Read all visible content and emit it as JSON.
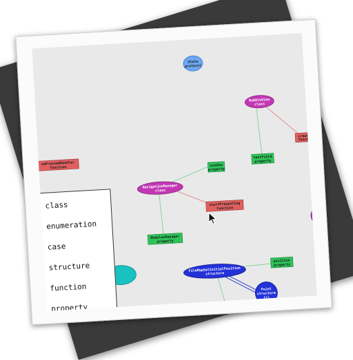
{
  "nodes": {
    "state": {
      "title": "State",
      "subtitle": "protocol",
      "color": "#6ea8f2"
    },
    "bubble": {
      "title": "BubbleView",
      "subtitle": "class",
      "color": "#c238b4"
    },
    "textfield": {
      "title": "textField",
      "subtitle": "property",
      "color": "#2fc45a"
    },
    "create": {
      "title": "create",
      "subtitle": "functi",
      "color": "#e06060"
    },
    "pressed": {
      "title": "onPressedHandler",
      "subtitle": "function",
      "color": "#e06060"
    },
    "window": {
      "title": "window",
      "subtitle": "property",
      "color": "#2fc45a"
    },
    "navmanager": {
      "title": "NavigationManager",
      "subtitle": "class",
      "color": "#c238b4"
    },
    "startpresent": {
      "title": "startPresenting",
      "subtitle": "function",
      "color": "#e06060"
    },
    "modules": {
      "title": "ModulesManager",
      "subtitle": "property",
      "color": "#2fc45a"
    },
    "file": {
      "title": "FileMapSetInitialPosition",
      "subtitle": "structure",
      "color": "#2332d8"
    },
    "position": {
      "title": "position",
      "subtitle": "property",
      "color": "#2fc45a"
    },
    "point": {
      "title": "Point",
      "subtitle": "structure",
      "extra": "(+)",
      "color": "#2332d8"
    },
    "cyanpartial": {
      "title": "",
      "color": "#19c1c1"
    }
  },
  "legend": {
    "items": [
      "class",
      "enumeration",
      "case",
      "structure",
      "function",
      "property"
    ]
  },
  "colors": {
    "edge_green": "#6ed08a",
    "edge_red": "#e07a7a",
    "edge_blue": "#2b3bd0"
  }
}
